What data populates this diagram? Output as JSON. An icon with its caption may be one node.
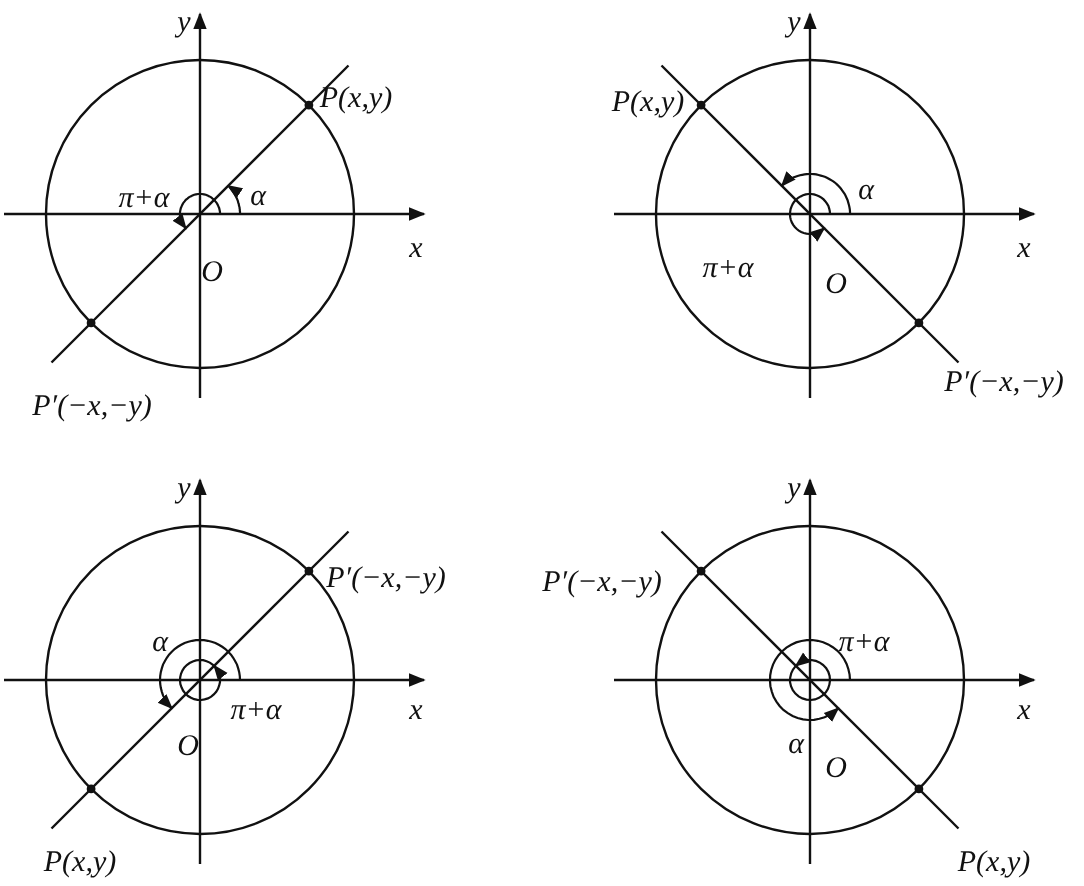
{
  "diagram": {
    "labels": [
      "y",
      "P(x,y)",
      "π+α",
      "α",
      "O",
      "x",
      "P′(−x,−y)",
      "y",
      "P(x,y)",
      "α",
      "π+α",
      "x",
      "O",
      "P′(−x,−y)",
      "y",
      "P′(−x,−y)",
      "α",
      "π+α",
      "x",
      "O",
      "P(x,y)",
      "y",
      "P′(−x,−y)",
      "π+α",
      "x",
      "α",
      "O",
      "P(x,y)"
    ]
  }
}
